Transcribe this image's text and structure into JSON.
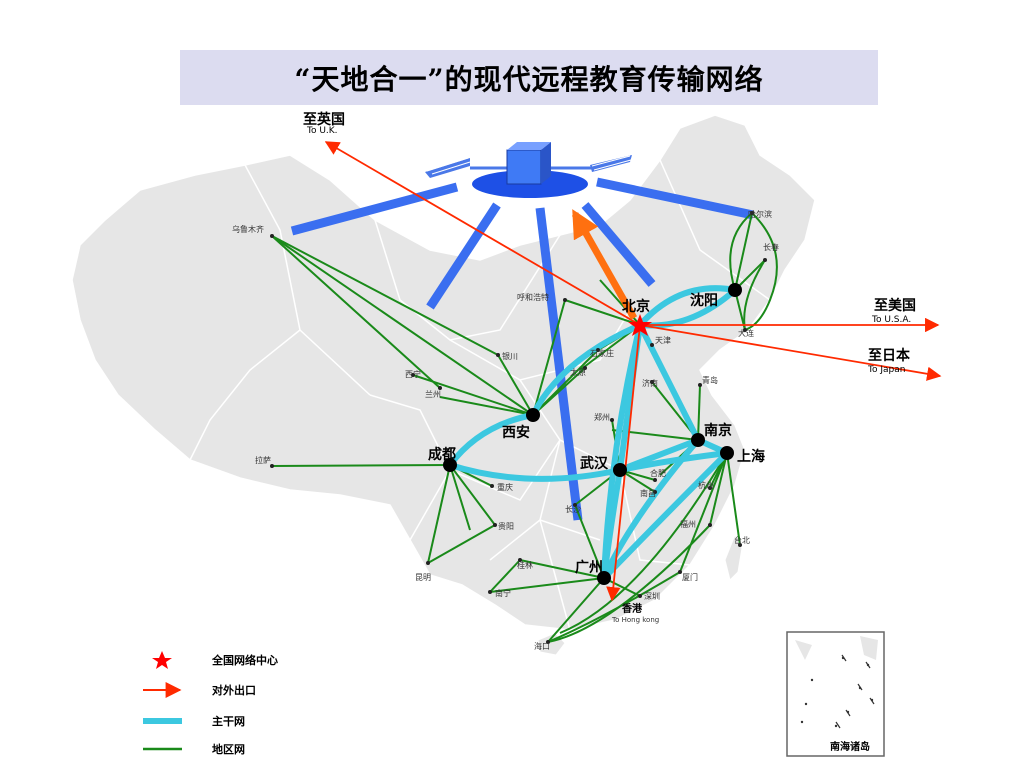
{
  "title": "“天地合一”的现代远程教育传输网络",
  "colors": {
    "backbone": "#3cc8e0",
    "regional": "#1a8a1a",
    "external": "#ff2a00",
    "satellite_link": "#3a6ef0",
    "uplink": "#ff7010",
    "center_star": "#ff0000",
    "map_fill": "#e6e6e6"
  },
  "external_links": {
    "uk": {
      "cn": "至英国",
      "en": "To U.K."
    },
    "usa": {
      "cn": "至美国",
      "en": "To U.S.A."
    },
    "japan": {
      "cn": "至日本",
      "en": "To Japan"
    },
    "hongkong": {
      "cn": "香港",
      "en": "To Hong kong"
    }
  },
  "major_nodes": {
    "beijing": "北京",
    "shenyang": "沈阳",
    "xian": "西安",
    "chengdu": "成都",
    "wuhan": "武汉",
    "nanjing": "南京",
    "shanghai": "上海",
    "guangzhou": "广州"
  },
  "cities": {
    "urumqi": "乌鲁木齐",
    "harbin": "哈尔滨",
    "changchun": "长春",
    "dalian": "大连",
    "tianjin": "天津",
    "hohhot": "呼和浩特",
    "shijiazhuang": "石家庄",
    "taiyuan": "太原",
    "jinan": "济南",
    "qingdao": "青岛",
    "yinchuan": "银川",
    "xining": "西宁",
    "lanzhou": "兰州",
    "zhengzhou": "郑州",
    "hefei": "合肥",
    "lhasa": "拉萨",
    "chongqing": "重庆",
    "hangzhou": "杭州",
    "nanchang": "南昌",
    "changsha": "长沙",
    "guiyang": "贵阳",
    "fuzhou": "福州",
    "taibei": "台北",
    "kunming": "昆明",
    "guilin": "桂林",
    "xiamen": "厦门",
    "nanning": "南宁",
    "shenzhen": "深圳",
    "haikou": "海口"
  },
  "legend": [
    {
      "key": "center",
      "label": "全国网络中心"
    },
    {
      "key": "exit",
      "label": "对外出口"
    },
    {
      "key": "backbone",
      "label": "主干网"
    },
    {
      "key": "regional",
      "label": "地区网"
    }
  ],
  "inset_label": "南海诸岛"
}
